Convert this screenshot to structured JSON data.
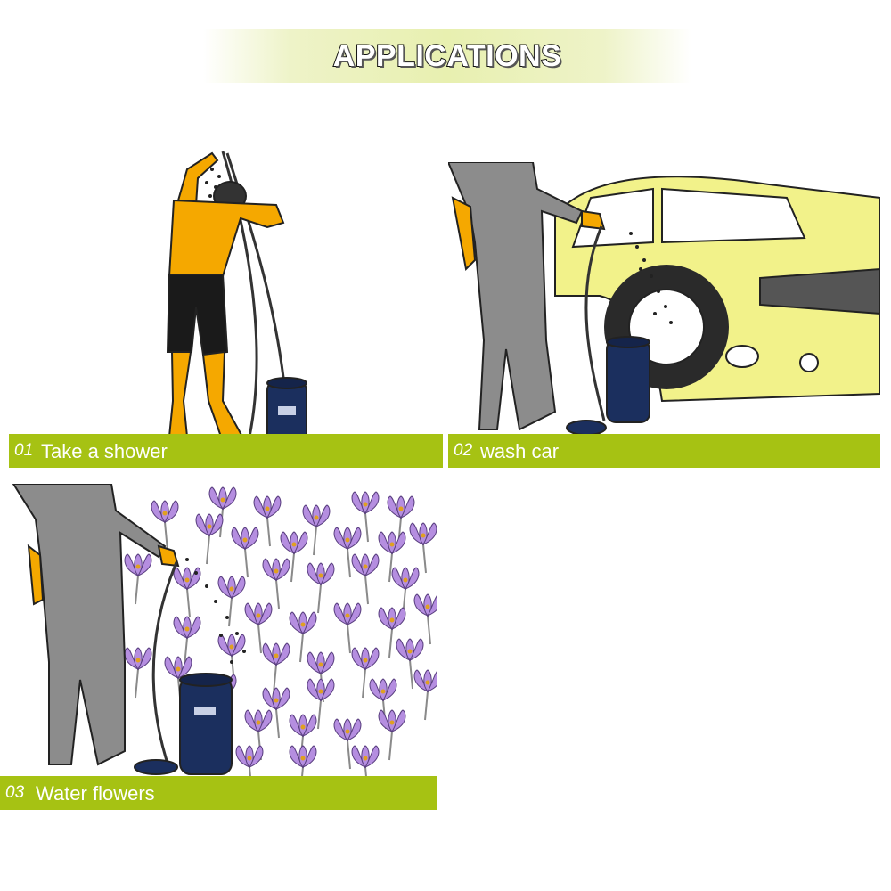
{
  "title": "APPLICATIONS",
  "panels": [
    {
      "num": "01",
      "label": "Take a shower"
    },
    {
      "num": "02",
      "label": "wash car"
    },
    {
      "num": "03",
      "label": "Water flowers"
    }
  ],
  "colors": {
    "caption_green": "#a6c213",
    "skin": "#f5a800",
    "clothes": "#8c8c8c",
    "bag": "#1b2f5e",
    "car": "#f2f28a",
    "flower": "#b58ee0"
  }
}
